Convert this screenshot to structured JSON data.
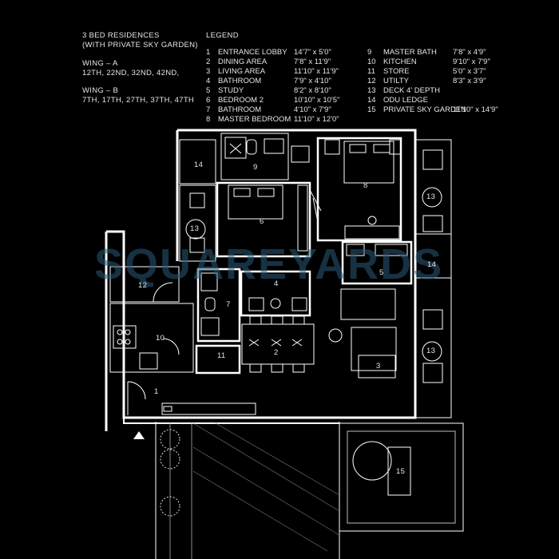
{
  "header": {
    "title_line1": "3 BED RESIDENCES",
    "title_line2": "(WITH PRIVATE SKY GARDEN)",
    "wing_a_title": "WING – A",
    "wing_a_floors": "12TH, 22ND, 32ND, 42ND,",
    "wing_b_title": "WING – B",
    "wing_b_floors": "7TH, 17TH, 27TH, 37TH, 47TH"
  },
  "legend": {
    "title": "LEGEND",
    "col1": [
      {
        "num": "1",
        "name": "ENTRANCE LOBBY",
        "size": "14'7\" x 5'0\""
      },
      {
        "num": "2",
        "name": "DINING AREA",
        "size": "7'8\" x 11'9\""
      },
      {
        "num": "3",
        "name": "LIVING  AREA",
        "size": "11'10\" x 11'9\""
      },
      {
        "num": "4",
        "name": "BATHROOM",
        "size": "7'9\" x 4'10\""
      },
      {
        "num": "5",
        "name": "STUDY",
        "size": "8'2\" x 8'10\""
      },
      {
        "num": "6",
        "name": "BEDROOM 2",
        "size": "10'10\" x 10'5\""
      },
      {
        "num": "7",
        "name": "BATHROOM",
        "size": "4'10\" x 7'9\""
      },
      {
        "num": "8",
        "name": "MASTER BEDROOM",
        "size": "11'10\" x 12'0\""
      }
    ],
    "col2": [
      {
        "num": "9",
        "name": "MASTER BATH",
        "size": "7'8\" x 4'9\""
      },
      {
        "num": "10",
        "name": "KITCHEN",
        "size": "9'10\" x 7'9\""
      },
      {
        "num": "11",
        "name": "STORE",
        "size": "5'0\" x 3'7\""
      },
      {
        "num": "12",
        "name": "UTILTY",
        "size": "8'3\" x 3'9\""
      },
      {
        "num": "13",
        "name": "DECK 4' DEPTH",
        "size": ""
      },
      {
        "num": "14",
        "name": "ODU LEDGE",
        "size": ""
      },
      {
        "num": "15",
        "name": "PRIVATE SKY GARDEN",
        "size": "11'10\" x 14'9\""
      }
    ]
  },
  "plan_labels": {
    "r1": "1",
    "r2": "2",
    "r3": "3",
    "r4": "4",
    "r5": "5",
    "r6": "6",
    "r7": "7",
    "r8": "8",
    "r9": "9",
    "r10": "10",
    "r11": "11",
    "r12": "12",
    "r13a": "13",
    "r13b": "13",
    "r13c": "13",
    "r14a": "14",
    "r14b": "14",
    "r15": "15"
  },
  "watermark": "SQUAREYARDS",
  "colors": {
    "background": "#000000",
    "lines": "#ffffff",
    "text": "#e6e6e6",
    "watermark": "#285a78"
  }
}
